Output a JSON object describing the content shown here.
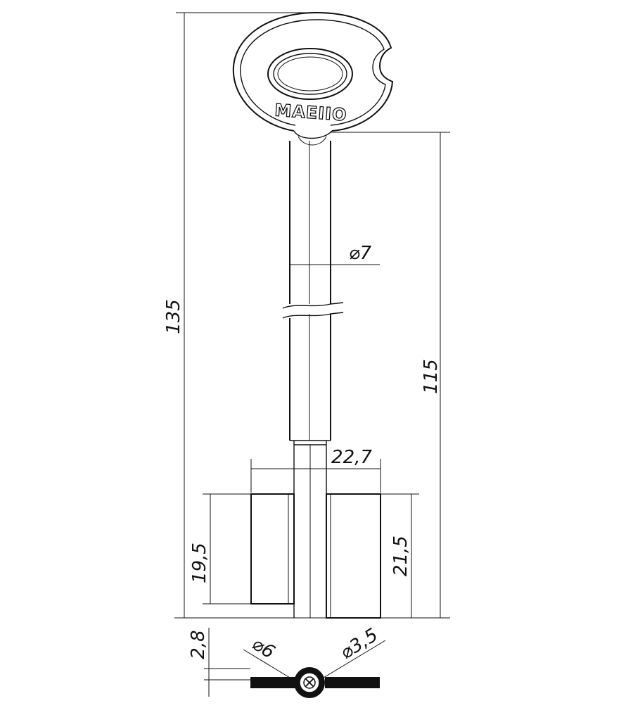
{
  "brand": "MAEIIO",
  "dimensions": {
    "overall_length": "135",
    "blade_length": "115",
    "shank_diameter": "⌀7",
    "bit_width": "22,7",
    "left_bit_height": "19,5",
    "right_bit_height": "21,5",
    "thickness": "2,8",
    "left_diameter": "⌀6",
    "right_diameter": "⌀3,5"
  }
}
